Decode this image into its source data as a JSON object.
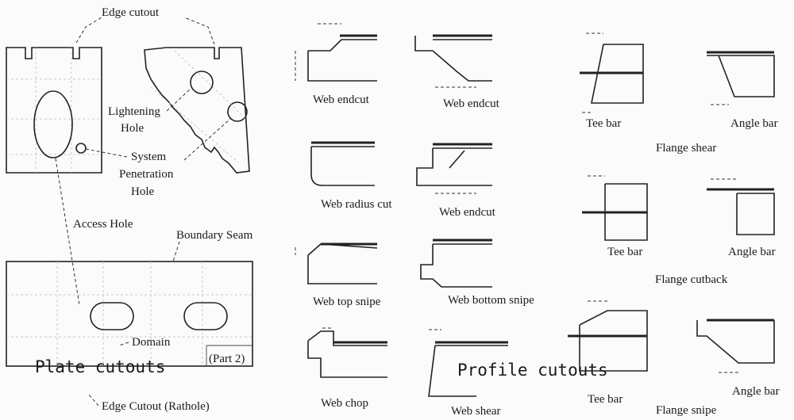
{
  "plate": {
    "edge_cutout": "Edge  cutout",
    "lightening_1": "Lightening",
    "lightening_2": "Hole",
    "system_1": "System",
    "system_2": "Penetration",
    "system_3": "Hole",
    "access_hole": "Access Hole",
    "boundary_seam": "Boundary Seam",
    "domain": "Domain",
    "part2": "(Part 2)",
    "edge_rathole": "Edge Cutout (Rathole)",
    "caption": "Plate cutouts"
  },
  "profile": {
    "caption": "Profile cutouts",
    "items": [
      "Web endcut",
      "Web endcut",
      "Web radius cut",
      "Web endcut",
      "Web top snipe",
      "Web bottom snipe",
      "Web chop",
      "Web shear"
    ]
  },
  "flange": {
    "tee_bar_1": "Tee bar",
    "angle_bar_1": "Angle bar",
    "shear": "Flange shear",
    "tee_bar_2": "Tee bar",
    "angle_bar_2": "Angle bar",
    "cutback": "Flange cutback",
    "tee_bar_3": "Tee bar",
    "angle_bar_3": "Angle bar",
    "snipe": "Flange snipe"
  }
}
